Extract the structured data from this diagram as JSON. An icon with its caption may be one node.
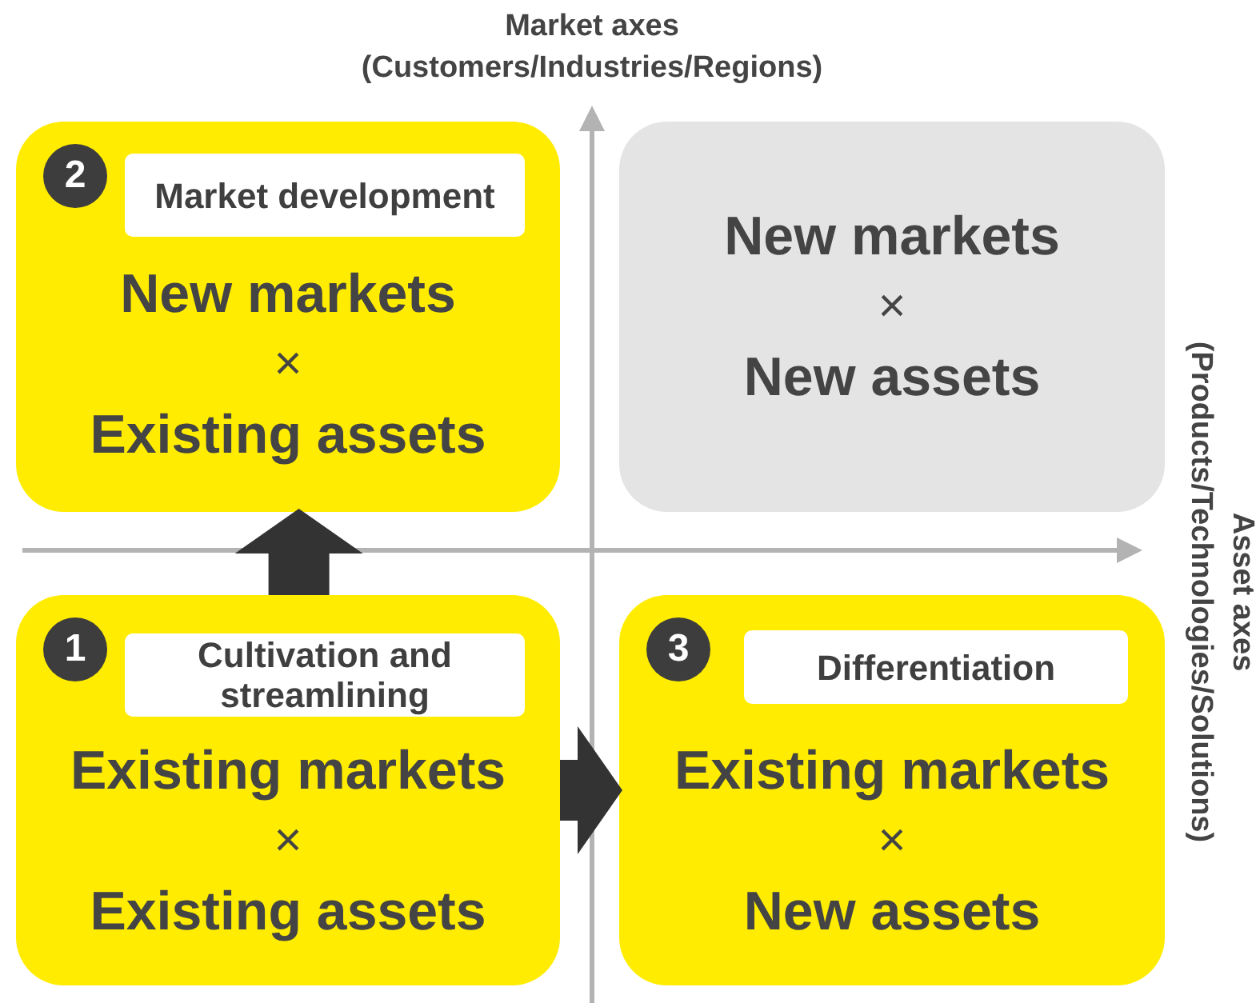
{
  "diagram": {
    "nodes": [
      {
        "text": [
          "New markets",
          "×",
          "Existing assets"
        ]
      },
      {
        "text": [
          "2"
        ],
        "in": 0
      },
      {
        "text": [
          "Market development"
        ],
        "in": 0
      },
      {
        "text": [
          "New markets",
          "×",
          "New assets"
        ]
      },
      {
        "text": [
          "Existing markets",
          "×",
          "Existing assets"
        ]
      },
      {
        "text": [
          "1"
        ],
        "in": 4
      },
      {
        "text": [
          "Cultivation and streamlining"
        ],
        "in": 4
      },
      {
        "text": [
          "Existing markets",
          "×",
          "New assets"
        ]
      },
      {
        "text": [
          "3"
        ],
        "in": 7
      },
      {
        "text": [
          "Differentiation"
        ],
        "in": 7
      }
    ],
    "edges": [
      {
        "from": 4,
        "to": 0,
        "arrow": "to"
      },
      {
        "from": 4,
        "to": 7,
        "arrow": "to"
      }
    ],
    "labels": [
      "Market axes (Customers/Industries/Regions)",
      "Asset axes (Products/Technologies/Solutions)"
    ]
  }
}
